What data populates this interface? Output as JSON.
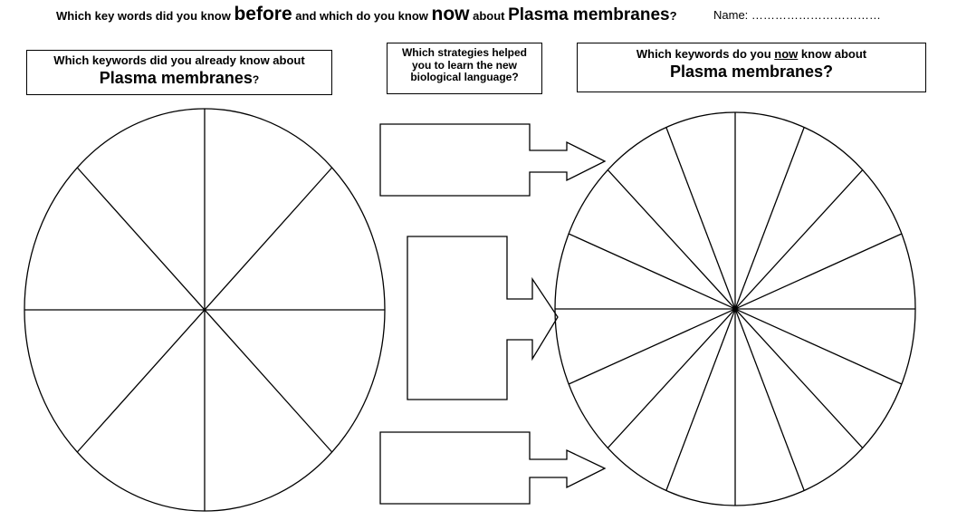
{
  "heading": {
    "part1": "Which key words did you know ",
    "before": "before",
    "part2": " and which do you know ",
    "now": "now",
    "part3": " about ",
    "topic": "Plasma membranes",
    "qmark": "?",
    "name_label": "Name: ……………………………"
  },
  "left_box": {
    "question": "Which keywords did you already know about",
    "topic": "Plasma membranes",
    "qmark": "?"
  },
  "middle_box": {
    "line1": "Which strategies helped",
    "line2": "you to learn the new",
    "line3": "biological language?"
  },
  "right_box": {
    "question_pre": "Which keywords do you ",
    "question_now": "now",
    "question_post": " know about",
    "topic": "Plasma membranes?"
  },
  "wheels": {
    "left_segments": 8,
    "right_segments": 16
  }
}
